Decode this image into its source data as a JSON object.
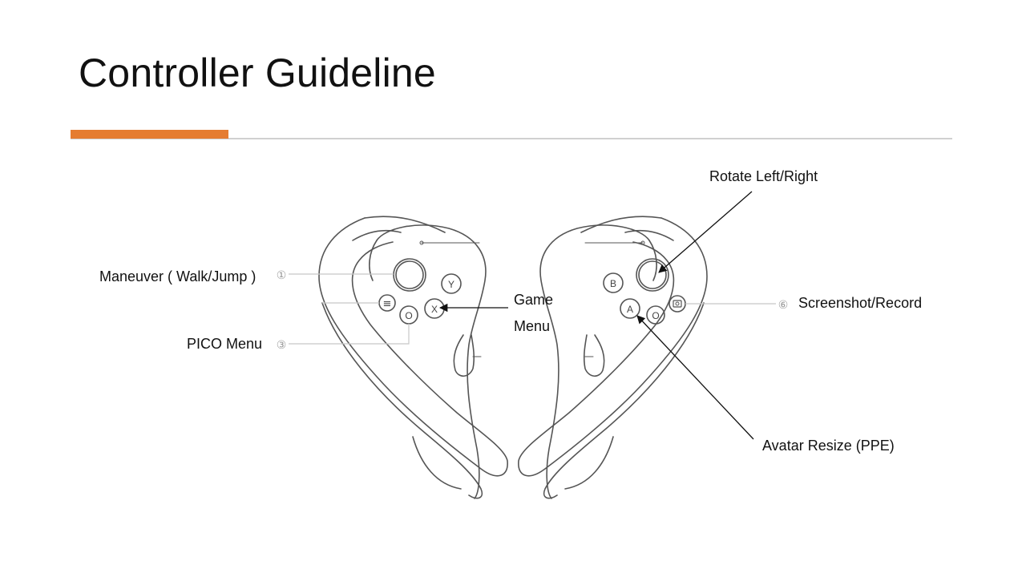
{
  "slide": {
    "title": "Controller Guideline"
  },
  "colors": {
    "accent": "#e57c31",
    "rule": "#d0d0d0",
    "outline": "#555555"
  },
  "labels": {
    "maneuver": "Maneuver ( Walk/Jump )",
    "maneuver_num": "①",
    "pico_menu": "PICO Menu",
    "pico_menu_num": "③",
    "game_menu_line1": "Game",
    "game_menu_line2": "Menu",
    "rotate": "Rotate Left/Right",
    "screenshot": "Screenshot/Record",
    "screenshot_num": "⑥",
    "avatar_resize": "Avatar Resize (PPE)"
  },
  "buttons": {
    "left": {
      "y": "Y",
      "x": "X",
      "o": "O",
      "menu": "≡"
    },
    "right": {
      "b": "B",
      "a": "A",
      "o": "O"
    }
  },
  "icons": [
    "menu-icon",
    "camera-icon"
  ]
}
